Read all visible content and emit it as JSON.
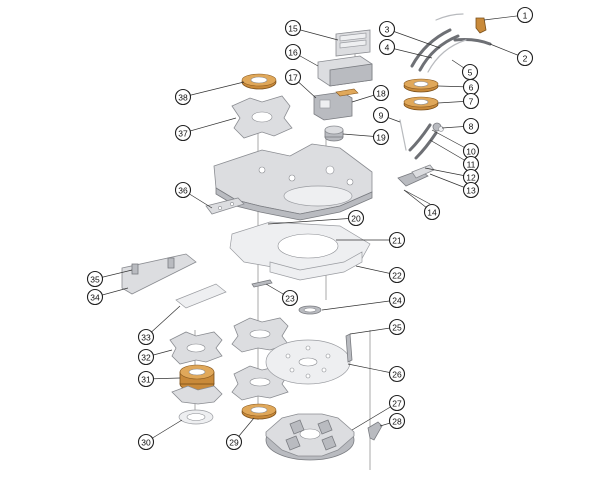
{
  "diagram": {
    "callouts": [
      "1",
      "2",
      "3",
      "4",
      "5",
      "6",
      "7",
      "8",
      "9",
      "10",
      "11",
      "12",
      "13",
      "14",
      "15",
      "16",
      "17",
      "18",
      "19",
      "20",
      "21",
      "22",
      "23",
      "24",
      "25",
      "26",
      "27",
      "28",
      "29",
      "30",
      "31",
      "32",
      "33",
      "34",
      "35",
      "36",
      "37",
      "38"
    ]
  },
  "colors": {
    "metal": "#dcdde0",
    "metal_dark": "#b9bbc0",
    "bronze": "#c98a3a",
    "line": "#333333"
  }
}
